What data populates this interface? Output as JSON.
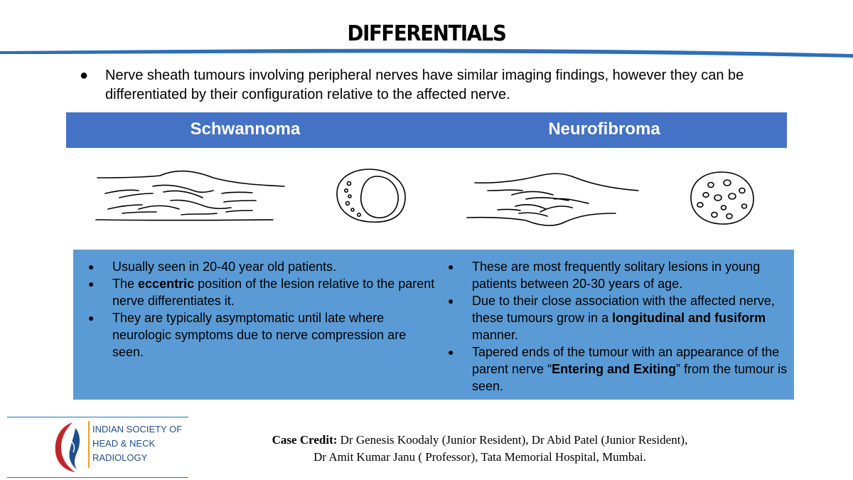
{
  "title": "DIFFERENTIALS",
  "intro": {
    "bullet": "●",
    "text": "Nerve sheath tumours involving peripheral nerves have similar imaging findings, however they can be differentiated by their configuration relative to the affected nerve."
  },
  "columns": {
    "left": {
      "heading": "Schwannoma"
    },
    "right": {
      "heading": "Neurofibroma"
    }
  },
  "schwannoma_points": [
    {
      "parts": [
        "Usually seen in 20-40 year old patients."
      ]
    },
    {
      "pre": "The ",
      "bold": "eccentric",
      "post": " position of the lesion relative to the parent nerve differentiates it."
    },
    {
      "parts": [
        "They are typically asymptomatic until late where neurologic symptoms due to nerve compression are seen."
      ]
    }
  ],
  "neurofibroma_points": [
    {
      "parts": [
        "These are most frequently solitary lesions in young patients between 20-30 years of age."
      ]
    },
    {
      "pre": "Due to their close association with the affected nerve, these tumours grow in a ",
      "bold": "longitudinal and fusiform",
      "post": " manner."
    },
    {
      "pre": "Tapered ends of the tumour with an appearance of the parent nerve “",
      "bold": "Entering and Exiting",
      "post": "” from the tumour is seen."
    }
  ],
  "logo": {
    "line1": "INDIAN SOCIETY OF",
    "line2": "HEAD & NECK",
    "line3": "RADIOLOGY",
    "accent": "#e8a020",
    "text_color": "#1f4e8c"
  },
  "credit": {
    "label": "Case Credit:",
    "line1": " Dr Genesis Koodaly (Junior Resident), Dr Abid Patel (Junior Resident),",
    "line2": "Dr Amit Kumar Janu ( Professor), Tata Memorial Hospital, Mumbai."
  },
  "colors": {
    "header_bar": "#4472c4",
    "panel": "#5b9bd5",
    "rule": "#2f6fb4"
  }
}
